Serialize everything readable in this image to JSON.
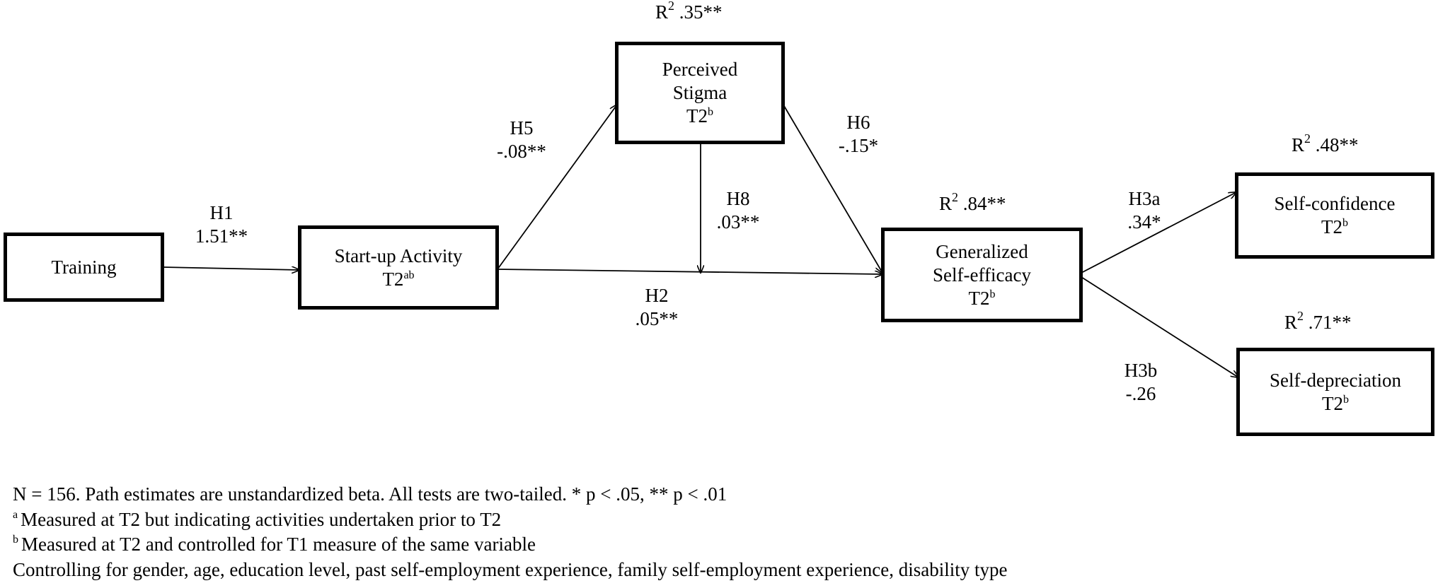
{
  "nodes": {
    "training": {
      "line1": "Training"
    },
    "startup": {
      "line1": "Start-up Activity",
      "line2": "T2",
      "sup": "ab"
    },
    "stigma": {
      "line1": "Perceived",
      "line2": "Stigma",
      "line3": "T2",
      "sup": "b",
      "r2": "R",
      "r2_sup": "2",
      "r2_value": " .35**"
    },
    "gse": {
      "line1": "Generalized",
      "line2": "Self-efficacy",
      "line3": "T2",
      "sup": "b",
      "r2": "R",
      "r2_sup": "2",
      "r2_value": " .84**"
    },
    "confidence": {
      "line1": "Self-confidence",
      "line2": "T2",
      "sup": "b",
      "r2": "R",
      "r2_sup": "2",
      "r2_value": " .48**"
    },
    "depreciation": {
      "line1": "Self-depreciation",
      "line2": "T2",
      "sup": "b",
      "r2": "R",
      "r2_sup": "2",
      "r2_value": " .71**"
    }
  },
  "paths": {
    "h1": {
      "name": "H1",
      "value": "1.51**"
    },
    "h2": {
      "name": "H2",
      "value": ".05**"
    },
    "h5": {
      "name": "H5",
      "value": "-.08**"
    },
    "h6": {
      "name": "H6",
      "value": "-.15*"
    },
    "h8": {
      "name": "H8",
      "value": ".03**"
    },
    "h3a": {
      "name": "H3a",
      "value": ".34*"
    },
    "h3b": {
      "name": "H3b",
      "value": "-.26"
    }
  },
  "notes": {
    "line1": "N = 156. Path estimates are unstandardized beta. All tests are two-tailed.  *  p < .05, **  p < .01",
    "line2_sup": "a",
    "line2": "Measured at T2 but indicating activities undertaken prior to T2",
    "line3_sup": "b",
    "line3": "Measured at T2 and controlled for T1 measure of the same variable",
    "line4": "Controlling for gender, age, education level, past self-employment experience, family self-employment experience, disability type"
  }
}
